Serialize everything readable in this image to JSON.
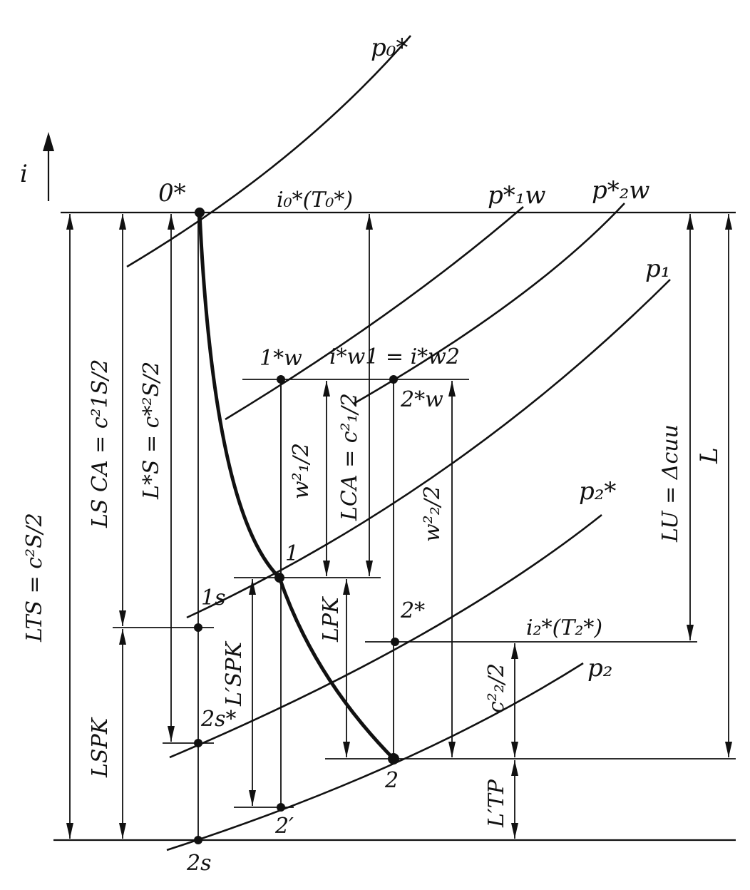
{
  "axis": {
    "label": "i"
  },
  "isobars": [
    {
      "key": "p0s",
      "label": "p₀*"
    },
    {
      "key": "p1ws",
      "label": "p*₁w"
    },
    {
      "key": "p2ws",
      "label": "p*₂w"
    },
    {
      "key": "p1",
      "label": "p₁"
    },
    {
      "key": "p2s",
      "label": "p₂*"
    },
    {
      "key": "p2",
      "label": "p₂"
    }
  ],
  "points": {
    "p0s": "0*",
    "p1ws": "1*w",
    "p2ws": "2*w",
    "p1": "1",
    "p1s": "1s",
    "p2star": "2*",
    "p2ss": "2s*",
    "p2": "2",
    "p2prime": "2′",
    "p2s": "2s"
  },
  "annotations": {
    "i0": "i₀*(T₀*)",
    "iw": "i*w1 = i*w2",
    "i2": "i₂*(T₂*)"
  },
  "dimensions": {
    "LTS": "LTS = c²S/2",
    "LSCA": "LS CA = c²1S/2",
    "LSstar": "L*S = c*²S/2",
    "w1": "w²₁/2",
    "LCA": "LCA = c²₁/2",
    "w2": "w²₂/2",
    "LU": "LU = Δcuu",
    "L": "L",
    "LSPK": "LSPK",
    "LprimeSPK": "L′SPK",
    "LPK": "LPK",
    "c2": "c²₂/2",
    "LprimeTP": "L′TP"
  }
}
